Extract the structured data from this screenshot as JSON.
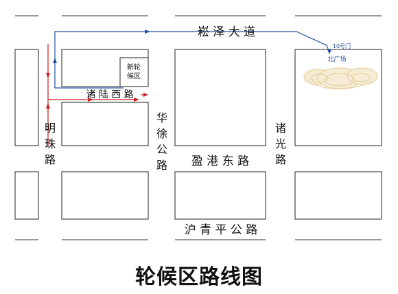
{
  "title": "轮候区路线图",
  "roads": {
    "top": "崧 泽 大 道",
    "middle_left": "诸 陆 西 路",
    "middle_center": "盈 港 东 路",
    "bottom": "沪 青 平 公 路",
    "left_vertical": "明珠路",
    "center_vertical": "华徐公路",
    "right_vertical": "诸光路"
  },
  "labels": {
    "queue_area": "新轮候区",
    "gate": "10号门",
    "north_plaza": "北广场"
  },
  "colors": {
    "blue_route": "#1f4fa3",
    "red_route": "#cc1f1f",
    "block_border": "#222222",
    "building_gold": "#e6cf9a"
  }
}
